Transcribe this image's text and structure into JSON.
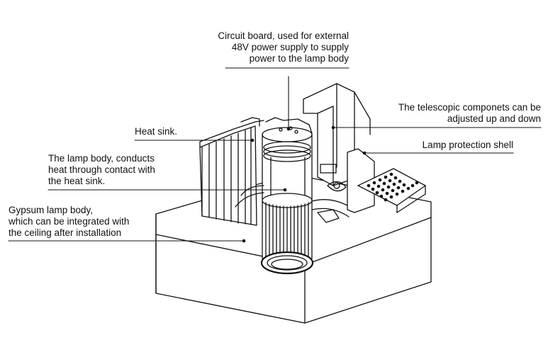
{
  "labels": {
    "circuit_board": {
      "line1": "Circuit board, used for external",
      "line2": "48V power supply to supply",
      "line3": "power to the lamp body"
    },
    "telescopic": {
      "line1": "The telescopic componets can be",
      "line2": "adjusted up and down"
    },
    "heat_sink": {
      "line1": "Heat sink."
    },
    "protection_shell": {
      "line1": "Lamp protection shell"
    },
    "lamp_body": {
      "line1": "The lamp body, conducts",
      "line2": "heat through contact with",
      "line3": "the heat sink."
    },
    "gypsum": {
      "line1": "Gypsum lamp body,",
      "line2": "which can be integrated with",
      "line3": "the ceiling after installation"
    }
  },
  "colors": {
    "ink": "#111111",
    "paper": "#ffffff"
  }
}
